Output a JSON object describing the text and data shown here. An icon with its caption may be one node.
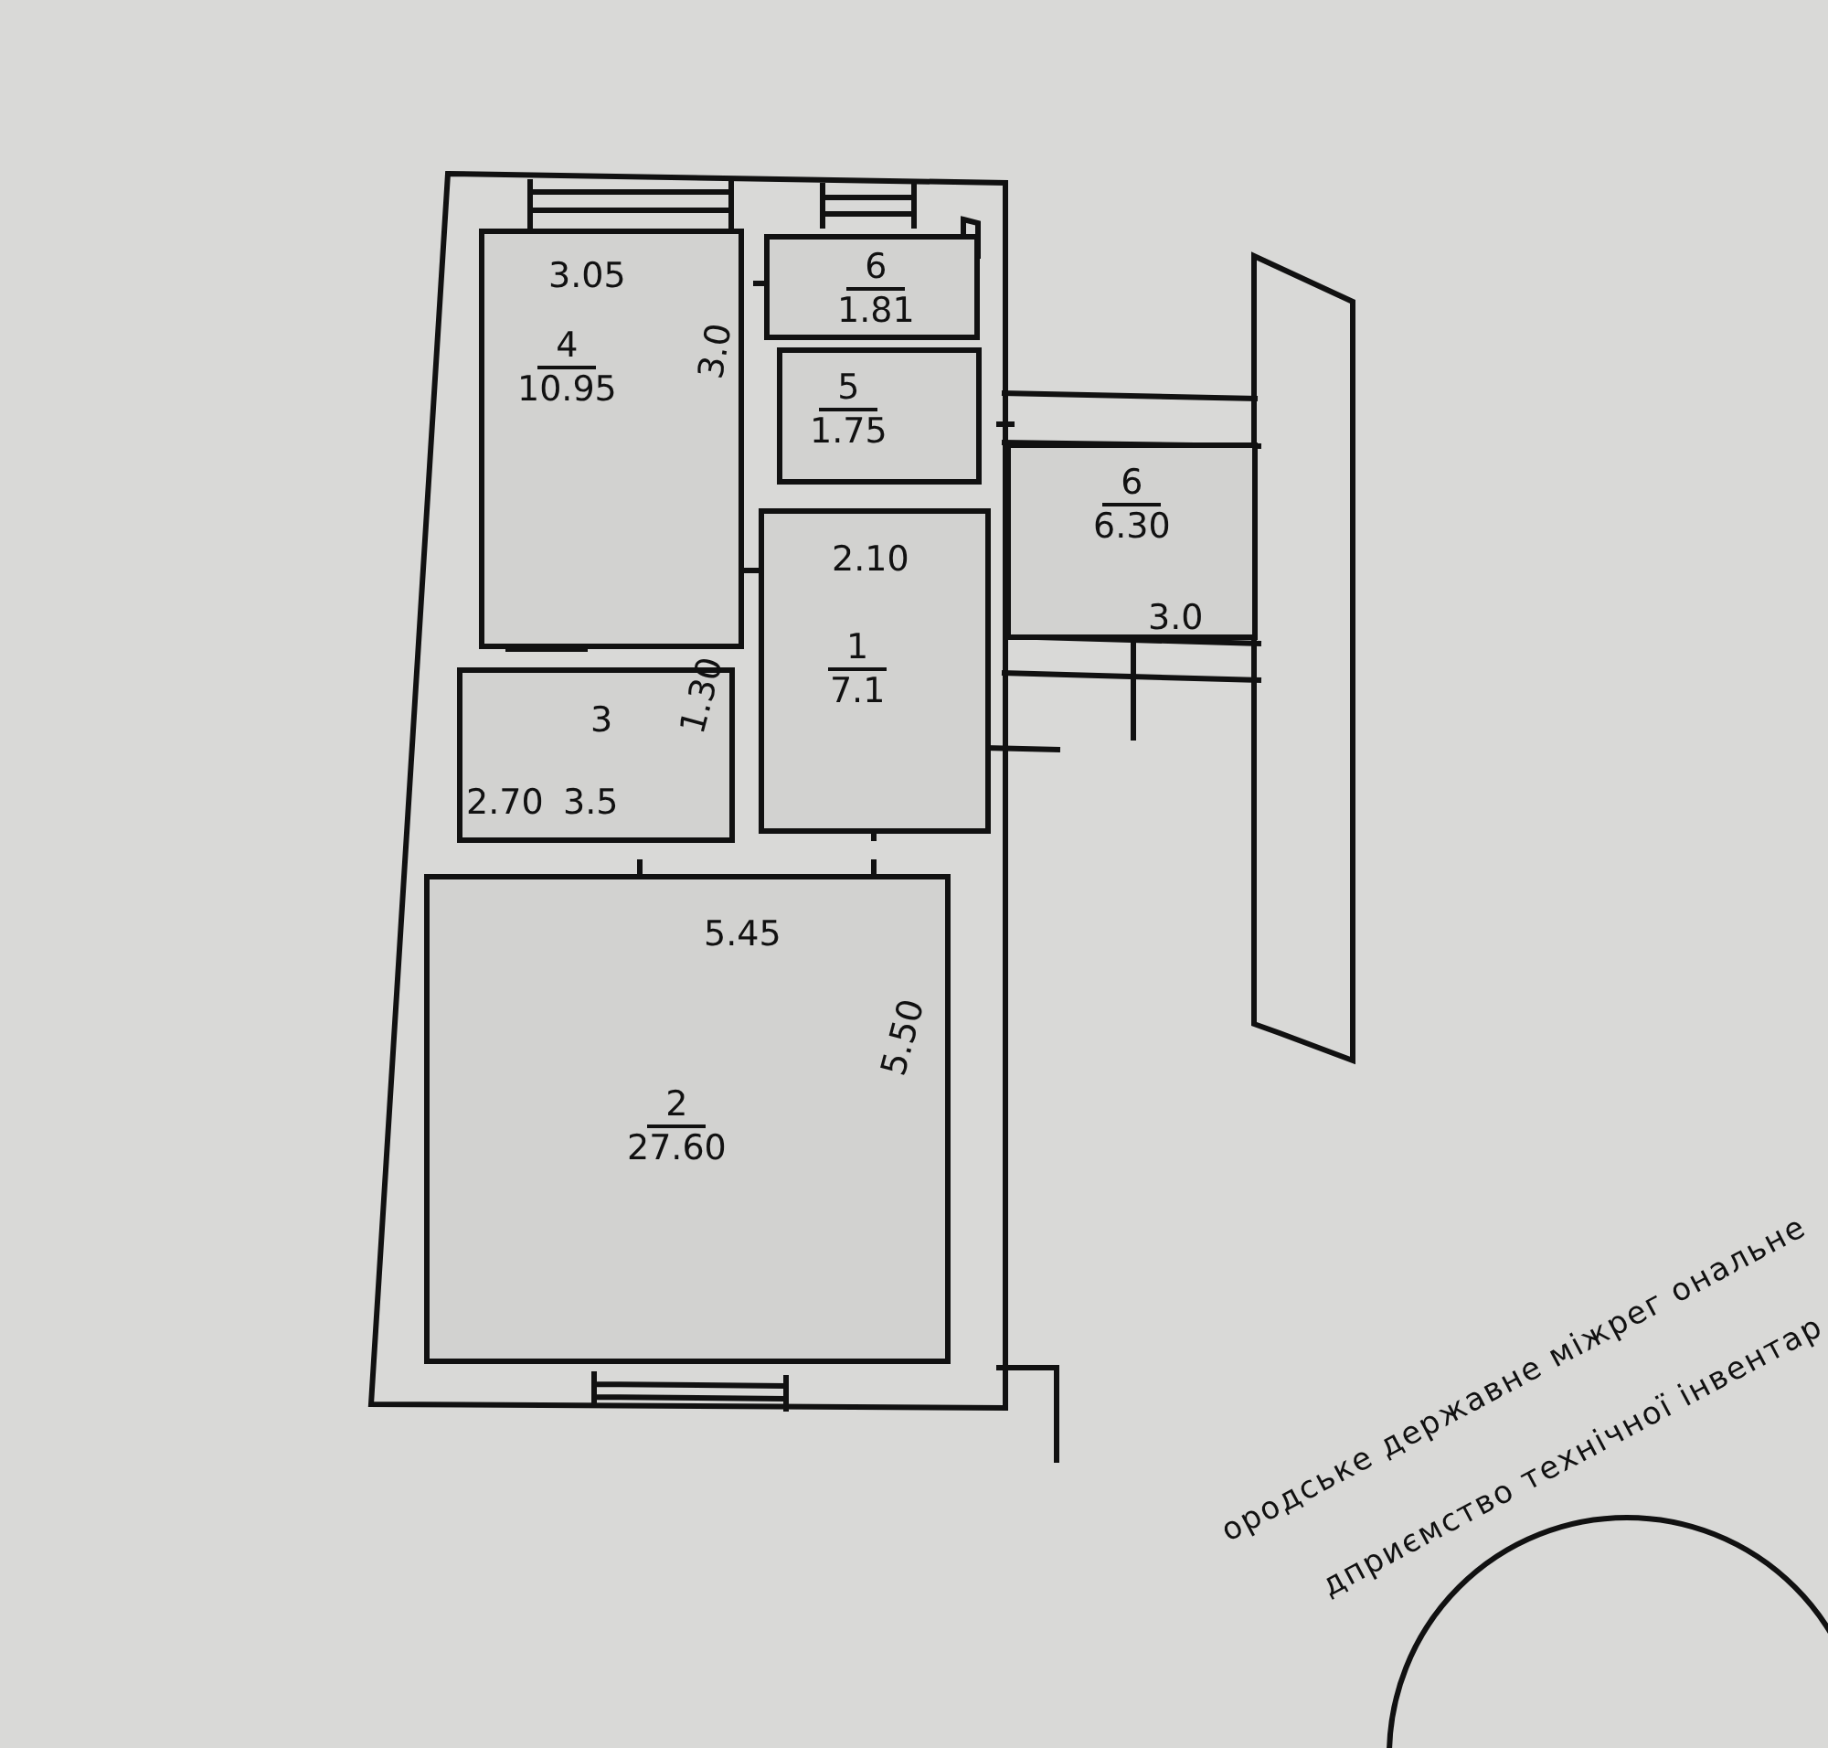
{
  "diagram": {
    "nodes": [
      {
        "text": [
          "4",
          "10.95"
        ]
      },
      {
        "text": [
          "6",
          "1.81"
        ]
      },
      {
        "text": [
          "5",
          "1.75"
        ]
      },
      {
        "text": [
          "1",
          "7.1"
        ]
      },
      {
        "text": [
          "3"
        ]
      },
      {
        "text": [
          "2",
          "27.60"
        ]
      },
      {
        "text": [
          "6",
          "6.30"
        ]
      }
    ],
    "labels": [
      "3.05",
      "3.0",
      "2.10",
      "1.30",
      "2.70",
      "3.5",
      "5.45",
      "5.50",
      "3.0",
      "ородське державне міжрег ональне",
      "дприємство технічної інвентар"
    ]
  }
}
